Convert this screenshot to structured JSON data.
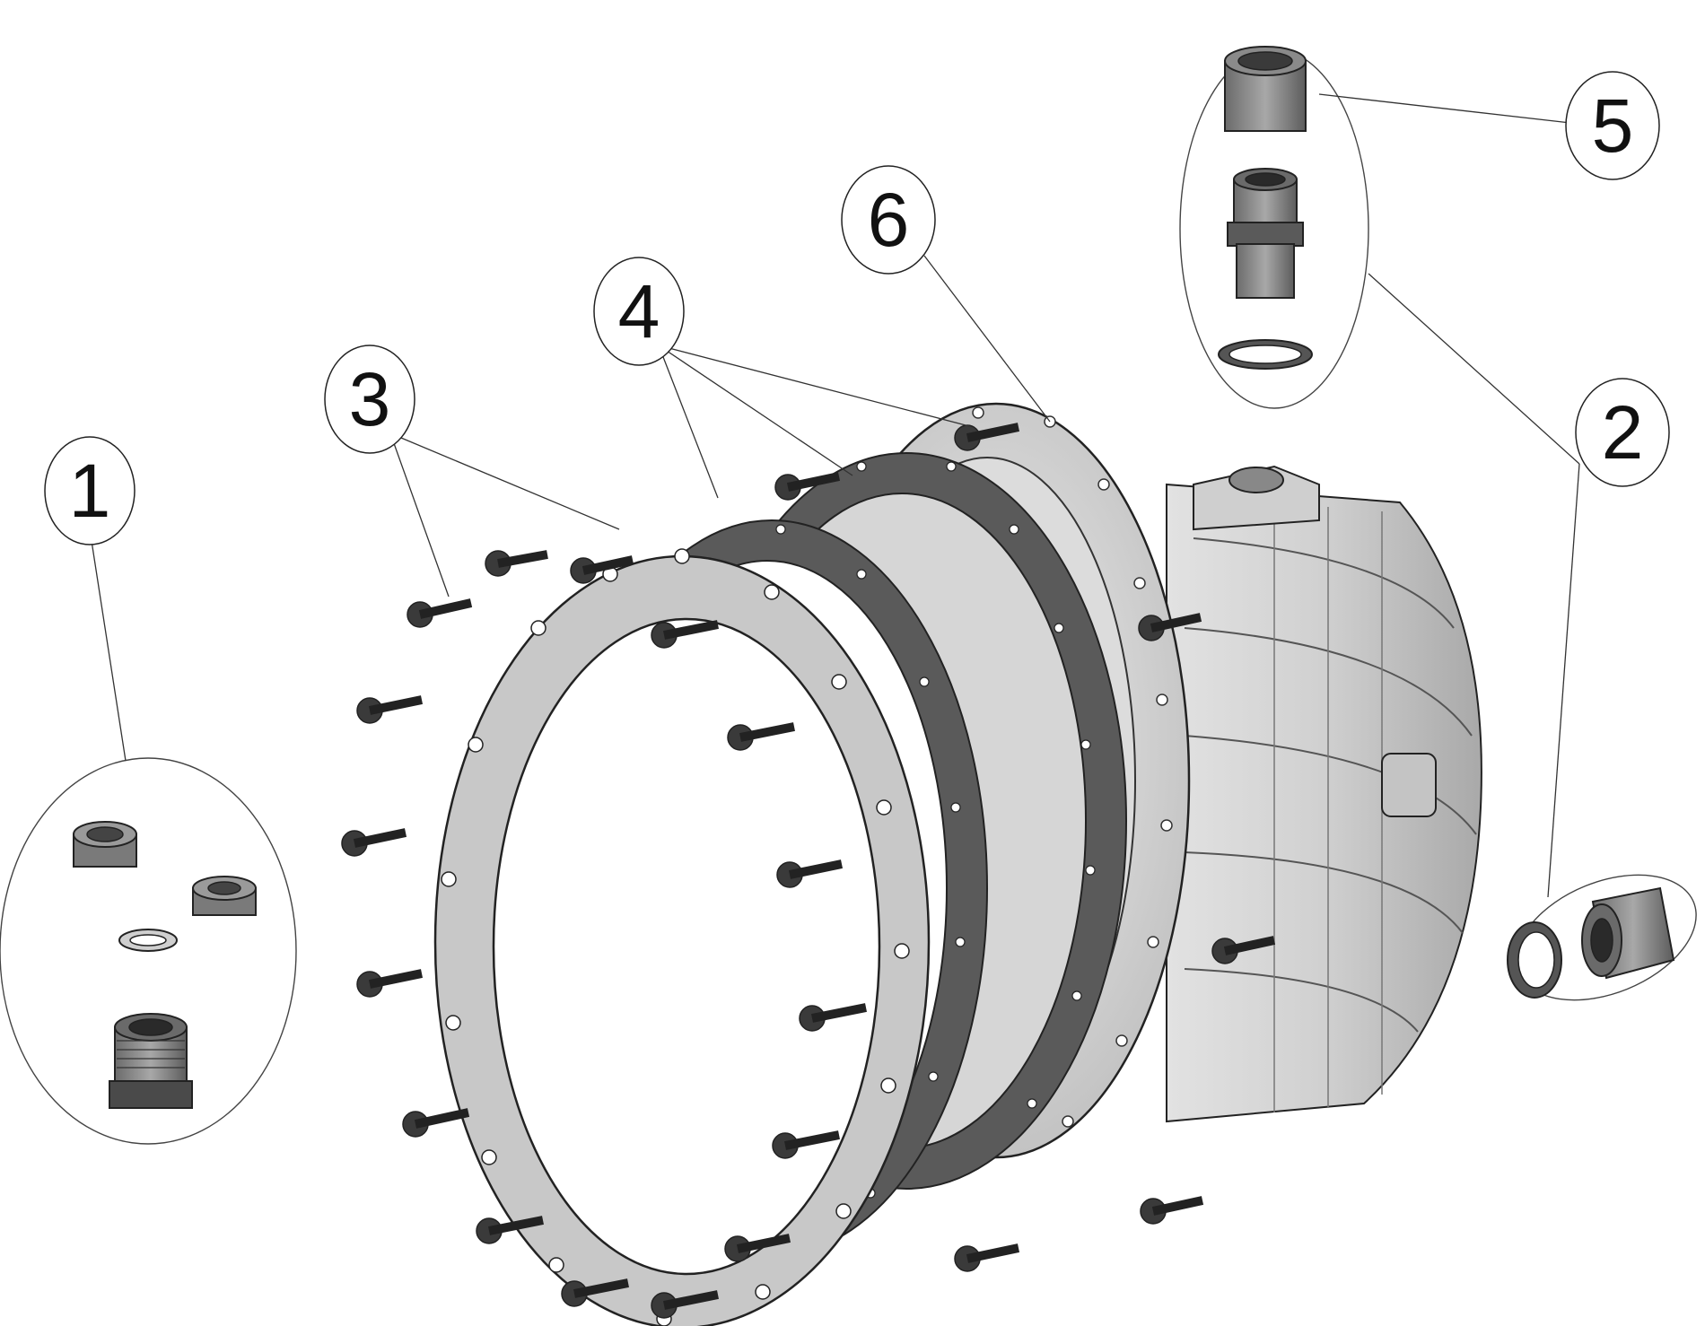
{
  "callouts": [
    {
      "id": "1",
      "label": "1"
    },
    {
      "id": "2",
      "label": "2"
    },
    {
      "id": "3",
      "label": "3"
    },
    {
      "id": "4",
      "label": "4"
    },
    {
      "id": "5",
      "label": "5"
    },
    {
      "id": "6",
      "label": "6"
    }
  ],
  "colors": {
    "housing_light": "#d9d9d9",
    "housing_mid": "#bdbdbd",
    "gasket_dark": "#5a5a5a",
    "flange_light": "#c8c8c8",
    "screw": "#3a3a3a",
    "outline": "#222222"
  }
}
